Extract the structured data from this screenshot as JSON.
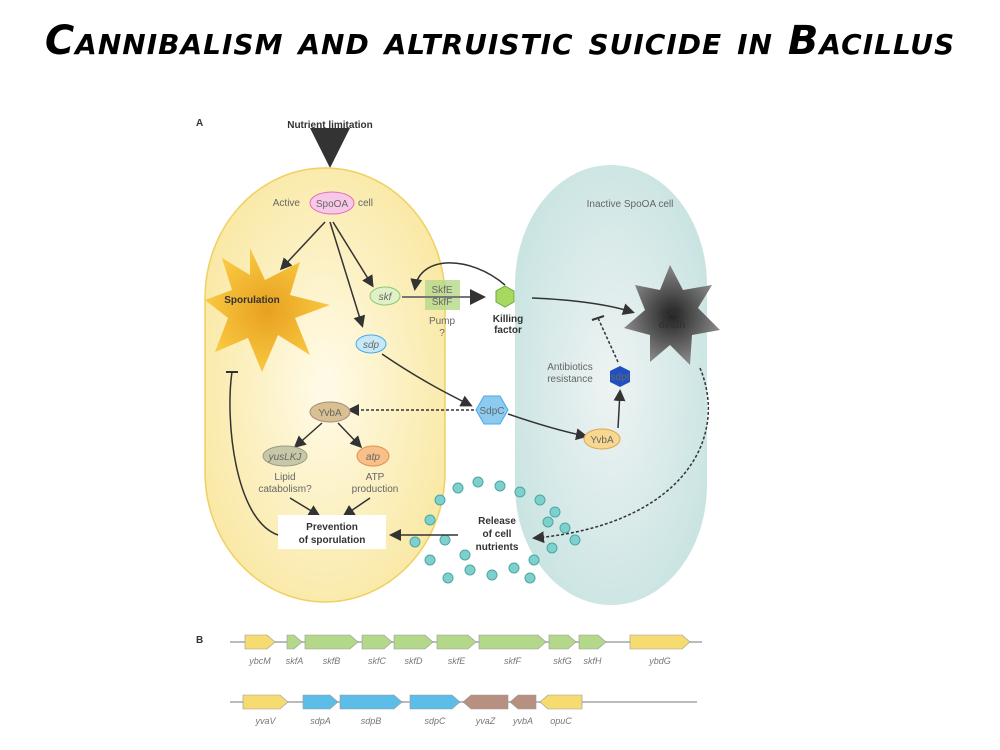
{
  "title": "Cannibalism and altruistic suicide in Bacillus",
  "panel_a": {
    "label": "A",
    "nutrient": "Nutrient limitation",
    "active_cell": {
      "prefix": "Active",
      "protein": "SpoOA",
      "suffix": "cell"
    },
    "inactive_cell": "Inactive SpoOA cell",
    "sporulation": "Sporulation",
    "skf": "skf",
    "sdp": "sdp",
    "pump_top": "SkfE",
    "pump_bottom": "SkfF",
    "pump": "Pump",
    "pump_q": "?",
    "killing_factor": [
      "Killing",
      "factor"
    ],
    "cell_death": [
      "Cell",
      "death"
    ],
    "antibiotics": [
      "Antibiotics",
      "resistance"
    ],
    "sdpi": "sdpI",
    "sdpc": "SdpC",
    "yvba_right": "YvbA",
    "yvba_left": "YvbA",
    "yusLKJ": "yusLKJ",
    "atp": "atp",
    "lipid": [
      "Lipid",
      "catabolism?"
    ],
    "atp_prod": [
      "ATP",
      "production"
    ],
    "prevention": [
      "Prevention",
      "of sporulation"
    ],
    "release": [
      "Release",
      "of cell",
      "nutrients"
    ]
  },
  "panel_b": {
    "label": "B",
    "row1": [
      "ybcM",
      "skfA",
      "skfB",
      "skfC",
      "skfD",
      "skfE",
      "skfF",
      "skfG",
      "skfH",
      "ybdG"
    ],
    "row2": [
      "yvaV",
      "sdpA",
      "sdpB",
      "sdpC",
      "yvaZ",
      "yvbA",
      "opuC"
    ]
  },
  "colors": {
    "active_cell": "#fbeeb0",
    "inactive_cell": "#cfe8e6",
    "skf_genes": "#b4d88a",
    "sdp_genes": "#5cbde8",
    "yva_genes": "#b89080",
    "other_genes": "#f6dc70",
    "spoOA": "#f4a8d8"
  }
}
